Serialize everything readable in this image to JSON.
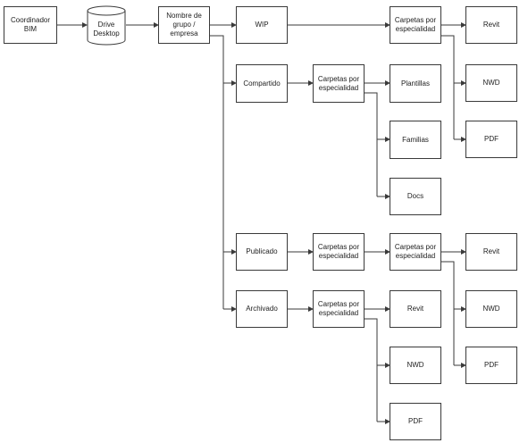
{
  "nodes": {
    "coordinador": "Coordinador\nBIM",
    "drive": "Drive\nDesktop",
    "nombre": "Nombre de\ngrupo /\nempresa",
    "wip": "WIP",
    "compartido": "Compartido",
    "publicado": "Publicado",
    "archivado": "Archivado",
    "wip_carpetas": "Carpetas por\nespecialidad",
    "wip_revit": "Revit",
    "wip_nwd": "NWD",
    "wip_pdf": "PDF",
    "comp_carpetas": "Carpetas por\nespecialidad",
    "comp_plantillas": "Plantillas",
    "comp_familias": "Familias",
    "comp_docs": "Docs",
    "pub_carpetas1": "Carpetas por\nespecialidad",
    "pub_carpetas2": "Carpetas por\nespecialidad",
    "pub_revit": "Revit",
    "pub_nwd": "NWD",
    "pub_pdf": "PDF",
    "arch_carpetas": "Carpetas por\nespecialidad",
    "arch_revit": "Revit",
    "arch_nwd": "NWD",
    "arch_pdf": "PDF"
  },
  "colors": {
    "line": "#3a3a3a",
    "box_border": "#3a3a3a",
    "text": "#222222"
  }
}
